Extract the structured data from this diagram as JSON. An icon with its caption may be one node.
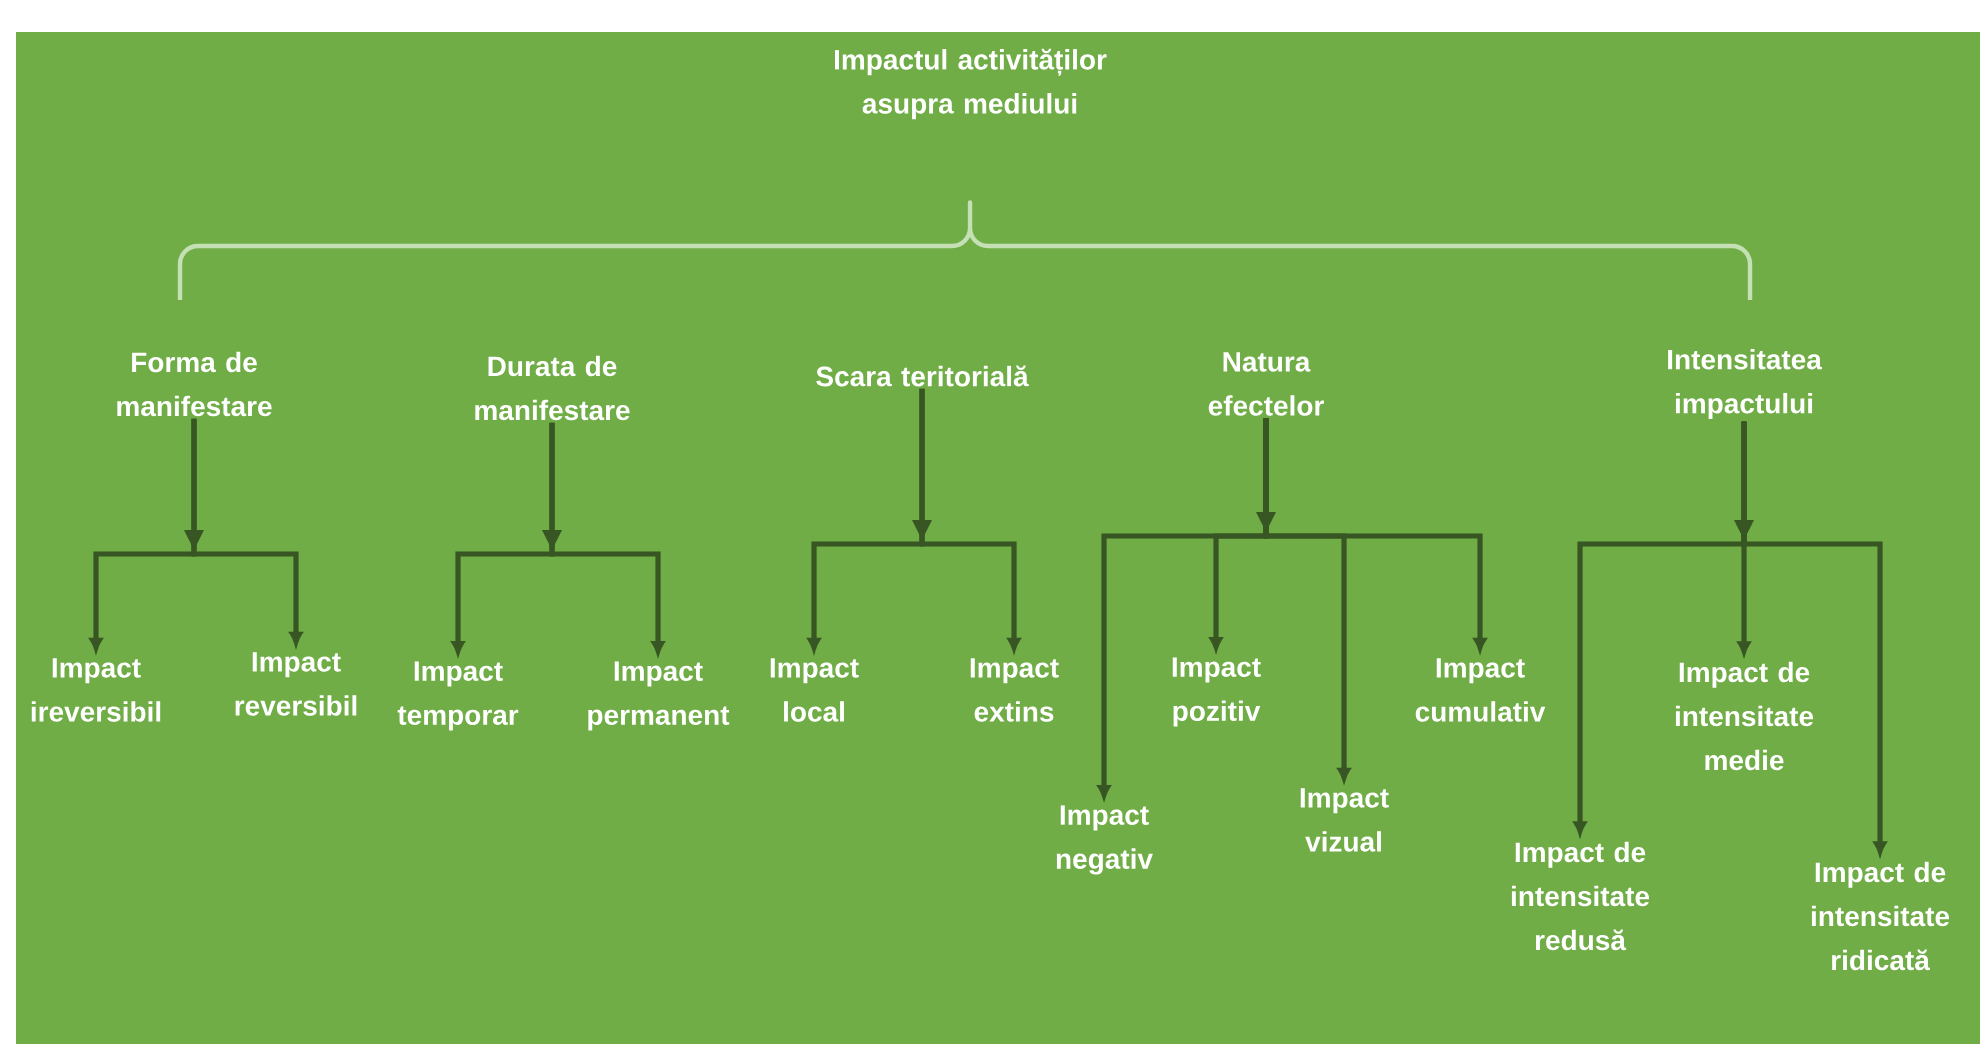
{
  "diagram": {
    "nodes": [
      {
        "text": [
          "Impactul activităților asupra mediului"
        ]
      },
      {
        "text": [
          "Forma de manifestare"
        ]
      },
      {
        "text": [
          "Durata de manifestare"
        ]
      },
      {
        "text": [
          "Scara teritorială"
        ]
      },
      {
        "text": [
          "Natura efectelor"
        ]
      },
      {
        "text": [
          "Intensitatea impactului"
        ]
      },
      {
        "text": [
          "Impact ireversibil"
        ]
      },
      {
        "text": [
          "Impact reversibil"
        ]
      },
      {
        "text": [
          "Impact temporar"
        ]
      },
      {
        "text": [
          "Impact permanent"
        ]
      },
      {
        "text": [
          "Impact local"
        ]
      },
      {
        "text": [
          "Impact extins"
        ]
      },
      {
        "text": [
          "Impact negativ"
        ]
      },
      {
        "text": [
          "Impact pozitiv"
        ]
      },
      {
        "text": [
          "Impact vizual"
        ]
      },
      {
        "text": [
          "Impact cumulativ"
        ]
      },
      {
        "text": [
          "Impact de intensitate redusă"
        ]
      },
      {
        "text": [
          "Impact de intensitate medie"
        ]
      },
      {
        "text": [
          "Impact de intensitate ridicată"
        ]
      }
    ],
    "edges": [
      {
        "from": 1,
        "to": 6,
        "arrow": "to"
      },
      {
        "from": 1,
        "to": 7,
        "arrow": "to"
      },
      {
        "from": 2,
        "to": 8,
        "arrow": "to"
      },
      {
        "from": 2,
        "to": 9,
        "arrow": "to"
      },
      {
        "from": 3,
        "to": 10,
        "arrow": "to"
      },
      {
        "from": 3,
        "to": 11,
        "arrow": "to"
      },
      {
        "from": 4,
        "to": 12,
        "arrow": "to"
      },
      {
        "from": 4,
        "to": 13,
        "arrow": "to"
      },
      {
        "from": 4,
        "to": 14,
        "arrow": "to"
      },
      {
        "from": 4,
        "to": 15,
        "arrow": "to"
      },
      {
        "from": 5,
        "to": 16,
        "arrow": "to"
      },
      {
        "from": 5,
        "to": 17,
        "arrow": "to"
      },
      {
        "from": 5,
        "to": 18,
        "arrow": "to"
      }
    ]
  }
}
